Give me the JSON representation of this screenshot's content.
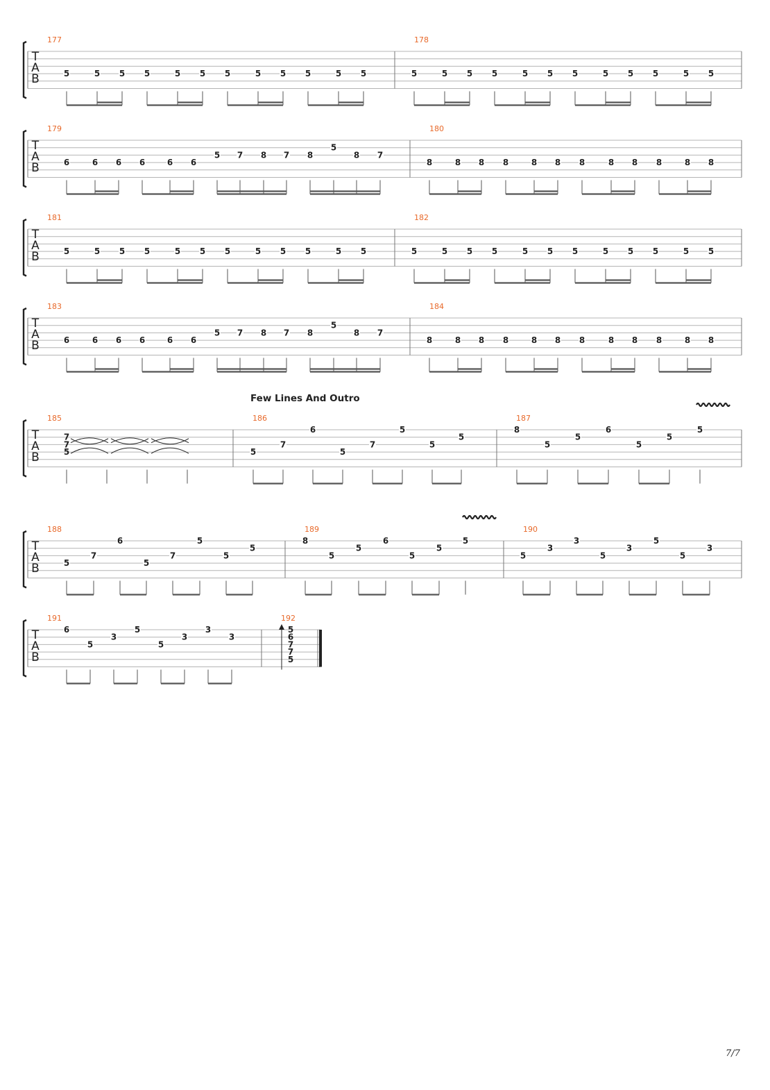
{
  "section_title": "Few Lines And Outro",
  "page_number": "7/7",
  "colors": {
    "measure_number": "#e8692a",
    "ink": "#222222",
    "staff_line": "#b4b4b4",
    "beam": "#555555"
  },
  "clef_letters": [
    "T",
    "A",
    "B"
  ],
  "systems": [
    {
      "id": "sys1",
      "measures": [
        {
          "number": "177",
          "notes": [
            {
              "s": 4,
              "f": "5"
            },
            {
              "s": 4,
              "f": "5"
            },
            {
              "s": 4,
              "f": "5"
            },
            {
              "s": 4,
              "f": "5"
            },
            {
              "s": 4,
              "f": "5"
            },
            {
              "s": 4,
              "f": "5"
            },
            {
              "s": 4,
              "f": "5"
            },
            {
              "s": 4,
              "f": "5"
            },
            {
              "s": 4,
              "f": "5"
            },
            {
              "s": 4,
              "f": "5"
            },
            {
              "s": 4,
              "f": "5"
            },
            {
              "s": 4,
              "f": "5"
            }
          ]
        },
        {
          "number": "178",
          "notes": [
            {
              "s": 4,
              "f": "5"
            },
            {
              "s": 4,
              "f": "5"
            },
            {
              "s": 4,
              "f": "5"
            },
            {
              "s": 4,
              "f": "5"
            },
            {
              "s": 4,
              "f": "5"
            },
            {
              "s": 4,
              "f": "5"
            },
            {
              "s": 4,
              "f": "5"
            },
            {
              "s": 4,
              "f": "5"
            },
            {
              "s": 4,
              "f": "5"
            },
            {
              "s": 4,
              "f": "5"
            },
            {
              "s": 4,
              "f": "5"
            },
            {
              "s": 4,
              "f": "5"
            }
          ]
        }
      ]
    },
    {
      "id": "sys2",
      "measures": [
        {
          "number": "179",
          "notes": [
            {
              "s": 4,
              "f": "6"
            },
            {
              "s": 4,
              "f": "6"
            },
            {
              "s": 4,
              "f": "6"
            },
            {
              "s": 4,
              "f": "6"
            },
            {
              "s": 4,
              "f": "6"
            },
            {
              "s": 4,
              "f": "6"
            },
            {
              "s": 3,
              "f": "5"
            },
            {
              "s": 3,
              "f": "7"
            },
            {
              "s": 3,
              "f": "8"
            },
            {
              "s": 3,
              "f": "7"
            },
            {
              "s": 3,
              "f": "8"
            },
            {
              "s": 2,
              "f": "5"
            },
            {
              "s": 3,
              "f": "8"
            },
            {
              "s": 3,
              "f": "7"
            }
          ]
        },
        {
          "number": "180",
          "notes": [
            {
              "s": 4,
              "f": "8"
            },
            {
              "s": 4,
              "f": "8"
            },
            {
              "s": 4,
              "f": "8"
            },
            {
              "s": 4,
              "f": "8"
            },
            {
              "s": 4,
              "f": "8"
            },
            {
              "s": 4,
              "f": "8"
            },
            {
              "s": 4,
              "f": "8"
            },
            {
              "s": 4,
              "f": "8"
            },
            {
              "s": 4,
              "f": "8"
            },
            {
              "s": 4,
              "f": "8"
            },
            {
              "s": 4,
              "f": "8"
            },
            {
              "s": 4,
              "f": "8"
            }
          ]
        }
      ]
    },
    {
      "id": "sys3",
      "measures": [
        {
          "number": "181",
          "notes": [
            {
              "s": 4,
              "f": "5"
            },
            {
              "s": 4,
              "f": "5"
            },
            {
              "s": 4,
              "f": "5"
            },
            {
              "s": 4,
              "f": "5"
            },
            {
              "s": 4,
              "f": "5"
            },
            {
              "s": 4,
              "f": "5"
            },
            {
              "s": 4,
              "f": "5"
            },
            {
              "s": 4,
              "f": "5"
            },
            {
              "s": 4,
              "f": "5"
            },
            {
              "s": 4,
              "f": "5"
            },
            {
              "s": 4,
              "f": "5"
            },
            {
              "s": 4,
              "f": "5"
            }
          ]
        },
        {
          "number": "182",
          "notes": [
            {
              "s": 4,
              "f": "5"
            },
            {
              "s": 4,
              "f": "5"
            },
            {
              "s": 4,
              "f": "5"
            },
            {
              "s": 4,
              "f": "5"
            },
            {
              "s": 4,
              "f": "5"
            },
            {
              "s": 4,
              "f": "5"
            },
            {
              "s": 4,
              "f": "5"
            },
            {
              "s": 4,
              "f": "5"
            },
            {
              "s": 4,
              "f": "5"
            },
            {
              "s": 4,
              "f": "5"
            },
            {
              "s": 4,
              "f": "5"
            },
            {
              "s": 4,
              "f": "5"
            }
          ]
        }
      ]
    },
    {
      "id": "sys4",
      "measures": [
        {
          "number": "183",
          "notes": [
            {
              "s": 4,
              "f": "6"
            },
            {
              "s": 4,
              "f": "6"
            },
            {
              "s": 4,
              "f": "6"
            },
            {
              "s": 4,
              "f": "6"
            },
            {
              "s": 4,
              "f": "6"
            },
            {
              "s": 4,
              "f": "6"
            },
            {
              "s": 3,
              "f": "5"
            },
            {
              "s": 3,
              "f": "7"
            },
            {
              "s": 3,
              "f": "8"
            },
            {
              "s": 3,
              "f": "7"
            },
            {
              "s": 3,
              "f": "8"
            },
            {
              "s": 2,
              "f": "5"
            },
            {
              "s": 3,
              "f": "8"
            },
            {
              "s": 3,
              "f": "7"
            }
          ]
        },
        {
          "number": "184",
          "notes": [
            {
              "s": 4,
              "f": "8"
            },
            {
              "s": 4,
              "f": "8"
            },
            {
              "s": 4,
              "f": "8"
            },
            {
              "s": 4,
              "f": "8"
            },
            {
              "s": 4,
              "f": "8"
            },
            {
              "s": 4,
              "f": "8"
            },
            {
              "s": 4,
              "f": "8"
            },
            {
              "s": 4,
              "f": "8"
            },
            {
              "s": 4,
              "f": "8"
            },
            {
              "s": 4,
              "f": "8"
            },
            {
              "s": 4,
              "f": "8"
            },
            {
              "s": 4,
              "f": "8"
            }
          ]
        }
      ]
    },
    {
      "id": "sys5",
      "measures": [
        {
          "number": "185",
          "chord": [
            "7",
            "7",
            "5"
          ]
        },
        {
          "number": "186",
          "notes": [
            {
              "s": 4,
              "f": "5"
            },
            {
              "s": 3,
              "f": "7"
            },
            {
              "s": 1,
              "f": "6"
            },
            {
              "s": 4,
              "f": "5"
            },
            {
              "s": 3,
              "f": "7"
            },
            {
              "s": 1,
              "f": "5"
            },
            {
              "s": 3,
              "f": "5"
            },
            {
              "s": 2,
              "f": "5"
            }
          ]
        },
        {
          "number": "187",
          "notes": [
            {
              "s": 1,
              "f": "8"
            },
            {
              "s": 3,
              "f": "5"
            },
            {
              "s": 2,
              "f": "5"
            },
            {
              "s": 1,
              "f": "6"
            },
            {
              "s": 3,
              "f": "5"
            },
            {
              "s": 2,
              "f": "5"
            },
            {
              "s": 1,
              "f": "5"
            }
          ]
        }
      ]
    },
    {
      "id": "sys6",
      "measures": [
        {
          "number": "188",
          "notes": [
            {
              "s": 4,
              "f": "5"
            },
            {
              "s": 3,
              "f": "7"
            },
            {
              "s": 1,
              "f": "6"
            },
            {
              "s": 4,
              "f": "5"
            },
            {
              "s": 3,
              "f": "7"
            },
            {
              "s": 1,
              "f": "5"
            },
            {
              "s": 3,
              "f": "5"
            },
            {
              "s": 2,
              "f": "5"
            }
          ]
        },
        {
          "number": "189",
          "notes": [
            {
              "s": 1,
              "f": "8"
            },
            {
              "s": 3,
              "f": "5"
            },
            {
              "s": 2,
              "f": "5"
            },
            {
              "s": 1,
              "f": "6"
            },
            {
              "s": 3,
              "f": "5"
            },
            {
              "s": 2,
              "f": "5"
            },
            {
              "s": 1,
              "f": "5"
            }
          ]
        },
        {
          "number": "190",
          "notes": [
            {
              "s": 3,
              "f": "5"
            },
            {
              "s": 2,
              "f": "3"
            },
            {
              "s": 1,
              "f": "3"
            },
            {
              "s": 3,
              "f": "5"
            },
            {
              "s": 2,
              "f": "3"
            },
            {
              "s": 1,
              "f": "5"
            },
            {
              "s": 3,
              "f": "5"
            },
            {
              "s": 2,
              "f": "3"
            }
          ]
        }
      ]
    },
    {
      "id": "sys7",
      "measures": [
        {
          "number": "191",
          "notes": [
            {
              "s": 1,
              "f": "6"
            },
            {
              "s": 3,
              "f": "5"
            },
            {
              "s": 2,
              "f": "3"
            },
            {
              "s": 1,
              "f": "5"
            },
            {
              "s": 3,
              "f": "5"
            },
            {
              "s": 2,
              "f": "3"
            },
            {
              "s": 1,
              "f": "3"
            },
            {
              "s": 2,
              "f": "3"
            }
          ]
        },
        {
          "number": "192",
          "chord": [
            "5",
            "6",
            "7",
            "7",
            "5"
          ]
        }
      ]
    }
  ]
}
